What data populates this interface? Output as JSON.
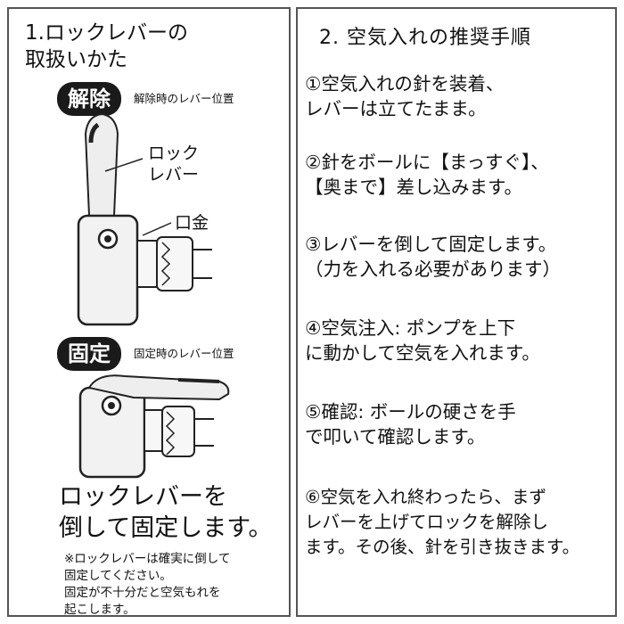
{
  "left_panel": {
    "title": "1.ロックレバーの\n取扱いかた",
    "release": {
      "badge": "解除",
      "note": "解除時のレバー位置"
    },
    "lock": {
      "badge": "固定",
      "note": "固定時のレバー位置"
    },
    "callouts": {
      "lever": "ロック\nレバー",
      "mouthpiece": "口金"
    },
    "instruction": "ロックレバーを\n倒して固定します。",
    "notes": "※ロックレバーは確実に倒して\n固定してください。\n固定が不十分だと空気もれを\n起こします。"
  },
  "right_panel": {
    "title": "2. 空気入れの推奨手順",
    "steps": [
      "①空気入れの針を装着、\nレバーは立てたまま。",
      "②針をボールに【まっすぐ】、\n【奥まで】差し込みます。",
      "③レバーを倒して固定します。\n（力を入れる必要があります）",
      "④空気注入: ポンプを上下\nに動かして空気を入れます。",
      "⑤確認: ボールの硬さを手\nで叩いて確認します。",
      "⑥空気を入れ終わったら、まず\nレバーを上げてロックを解除し\nます。その後、針を引き抜きます。"
    ]
  },
  "colors": {
    "border": "#555555",
    "badge_bg": "#1a1a1a",
    "illustration_fill": "#f2f2f2",
    "illustration_stroke": "#222222"
  }
}
